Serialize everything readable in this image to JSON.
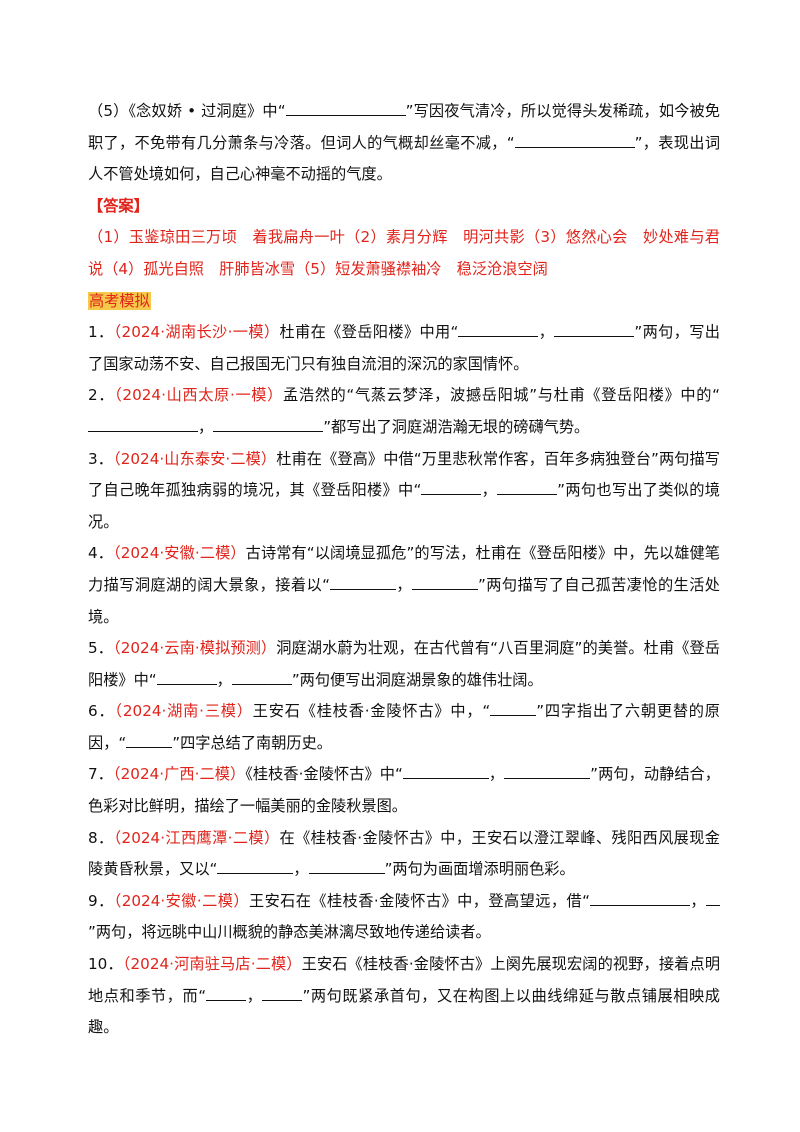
{
  "q5": {
    "p1": "（5）《念奴娇 • 过洞庭》中“",
    "p2": "”写因夜气清冷，所以觉得头发稀疏，如今被免职了，不免带有几分萧条与冷落。但词人的气概却丝毫不减，“",
    "p3": "”，表现出词人不管处境如何，自己心神毫不动摇的气度。"
  },
  "answer": {
    "label": "【答案】",
    "text": "（1）玉鉴琼田三万顷　着我扁舟一叶（2）素月分辉　明河共影（3）悠然心会　妙处难与君说（4）孤光自照　肝肺皆冰雪（5）短发萧骚襟袖冷　稳泛沧浪空阔"
  },
  "section_title": "高考模拟",
  "questions": [
    {
      "num": "1．",
      "src": "（2024·湖南长沙·一模）",
      "t1": "杜甫在《登岳阳楼》中用“",
      "t2": "，",
      "t3": "”两句，写出了国家动荡不安、自己报国无门只有独自流泪的深沉的家国情怀。"
    },
    {
      "num": "2．",
      "src": "（2024·山西太原·一模）",
      "t1": "孟浩然的“气蒸云梦泽，波撼岳阳城”与杜甫《登岳阳楼》中的“",
      "t2": "，",
      "t3": "”都写出了洞庭湖浩瀚无垠的磅礴气势。"
    },
    {
      "num": "3．",
      "src": "（2024·山东泰安·二模）",
      "t1": "杜甫在《登高》中借“万里悲秋常作客，百年多病独登台”两句描写了自己晚年孤独病弱的境况，其《登岳阳楼》中“",
      "t2": "，",
      "t3": "”两句也写出了类似的境况。"
    },
    {
      "num": "4．",
      "src": "（2024·安徽·二模）",
      "t1": "古诗常有“以阔境显孤危”的写法，杜甫在《登岳阳楼》中，先以雄健笔力描写洞庭湖的阔大景象，接着以“",
      "t2": "，",
      "t3": "”两句描写了自己孤苦凄怆的生活处境。"
    },
    {
      "num": "5．",
      "src": "（2024·云南·模拟预测）",
      "t1": "洞庭湖水蔚为壮观，在古代曾有“八百里洞庭”的美誉。杜甫《登岳阳楼》中“",
      "t2": "，",
      "t3": "”两句便写出洞庭湖景象的雄伟壮阔。"
    },
    {
      "num": "6．",
      "src": "（2024·湖南·三模）",
      "t1": "王安石《桂枝香·金陵怀古》中，“",
      "t2": "”四字指出了六朝更替的原因，“",
      "t3": "”四字总结了南朝历史。"
    },
    {
      "num": "7．",
      "src": "（2024·广西·二模）",
      "t1": "《桂枝香·金陵怀古》中“",
      "t2": "，",
      "t3": "”两句，动静结合，色彩对比鲜明，描绘了一幅美丽的金陵秋景图。"
    },
    {
      "num": "8．",
      "src": "（2024·江西鹰潭·二模）",
      "t1": "在《桂枝香·金陵怀古》中，王安石以澄江翠峰、残阳西风展现金陵黄昏秋景，又以“",
      "t2": "，",
      "t3": "”两句为画面增添明丽色彩。"
    },
    {
      "num": "9．",
      "src": "（2024·安徽·二模）",
      "t1": "王安石在《桂枝香·金陵怀古》中，登高望远，借“",
      "t2": "，",
      "t3": "”两句，将远眺中山川概貌的静态美淋漓尽致地传递给读者。"
    },
    {
      "num": "10．",
      "src": "（2024·河南驻马店·二模）",
      "t1": "王安石《桂枝香·金陵怀古》上阕先展现宏阔的视野，接着点明地点和季节，而“",
      "t2": "，",
      "t3": "”两句既紧承首句，又在构图上以曲线绵延与散点铺展相映成趣。"
    }
  ]
}
